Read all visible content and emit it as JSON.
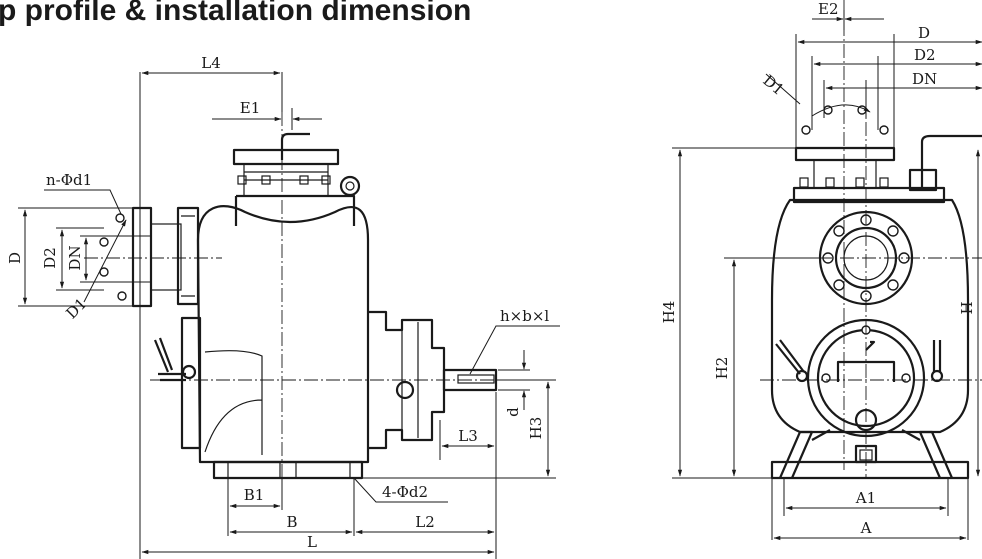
{
  "title": "p profile & installation dimension",
  "labels": {
    "L4": "L4",
    "E1": "E1",
    "n_phi_d1": "n-Φd1",
    "D": "D",
    "D2": "D2",
    "DN": "DN",
    "D1": "D1",
    "hxbxl": "h×b×l",
    "d": "d",
    "H3": "H3",
    "L3": "L3",
    "four_phi_d2": "4-Φd2",
    "B1": "B1",
    "B": "B",
    "L2": "L2",
    "L": "L",
    "E2": "E2",
    "D_side": "D",
    "D2_side": "D2",
    "DN_side": "DN",
    "D1_side": "D1",
    "H4": "H4",
    "H2": "H2",
    "H": "H",
    "A1": "A1",
    "A": "A"
  }
}
